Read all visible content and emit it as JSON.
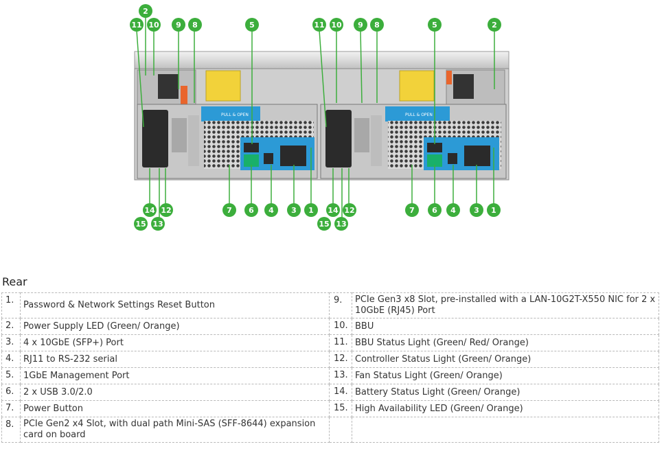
{
  "section_title": "Rear",
  "callouts_top": [
    "11",
    "10",
    "9",
    "8",
    "5",
    "11",
    "10",
    "9",
    "8",
    "5"
  ],
  "callouts_badge": "2",
  "callouts_bottom": [
    "14",
    "12",
    "7",
    "6",
    "4",
    "3",
    "1",
    "14",
    "12",
    "7",
    "6",
    "4",
    "3",
    "1"
  ],
  "callouts_bottom2": [
    "15",
    "13",
    "15",
    "13"
  ],
  "device_label": "PULL & OPEN",
  "rows": [
    {
      "left_num": "1.",
      "left_text": "Password & Network Settings Reset Button",
      "right_num": "9.",
      "right_text": "PCIe Gen3 x8 Slot, pre-installed with a LAN-10G2T-X550 NIC for 2 x 10GbE (RJ45) Port"
    },
    {
      "left_num": "2.",
      "left_text": "Power Supply LED (Green/ Orange)",
      "right_num": "10.",
      "right_text": "BBU"
    },
    {
      "left_num": "3.",
      "left_text": "4 x 10GbE (SFP+) Port",
      "right_num": "11.",
      "right_text": "BBU Status Light (Green/ Red/ Orange)"
    },
    {
      "left_num": "4.",
      "left_text": "RJ11 to RS-232 serial",
      "right_num": "12.",
      "right_text": "Controller Status Light (Green/ Orange)"
    },
    {
      "left_num": "5.",
      "left_text": "1GbE Management Port",
      "right_num": "13.",
      "right_text": "Fan Status Light (Green/ Orange)"
    },
    {
      "left_num": "6.",
      "left_text": "2 x USB 3.0/2.0",
      "right_num": "14.",
      "right_text": "Battery Status Light (Green/ Orange)"
    },
    {
      "left_num": "7.",
      "left_text": "Power Button",
      "right_num": "15.",
      "right_text": "High Availability LED (Green/ Orange)"
    },
    {
      "left_num": "8.",
      "left_text": "PCIe Gen2 x4 Slot, with dual path Mini-SAS (SFF-8644) expansion card on board",
      "right_num": "",
      "right_text": ""
    }
  ]
}
